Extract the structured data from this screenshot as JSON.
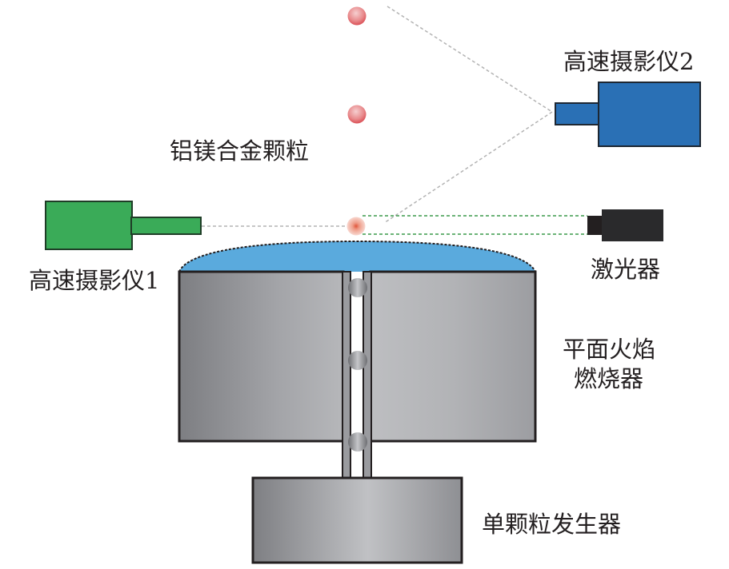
{
  "diagram": {
    "labels": {
      "camera2": "高速摄影仪2",
      "particle": "铝镁合金颗粒",
      "camera1": "高速摄影仪1",
      "laser": "激光器",
      "burner_line1": "平面火焰",
      "burner_line2": "燃烧器",
      "generator": "单颗粒发生器"
    },
    "colors": {
      "camera1": "#3aab58",
      "camera2": "#2a70b5",
      "laser": "#231f20",
      "flame": "#5aaadd",
      "particle": "#e05555",
      "body_gray": "#a7a8ab",
      "outline": "#231f20",
      "beam_green": "#3a9a4a",
      "sight_line": "#b3b3b3"
    },
    "particles_in_air": 3,
    "particles_in_tube": 3
  }
}
